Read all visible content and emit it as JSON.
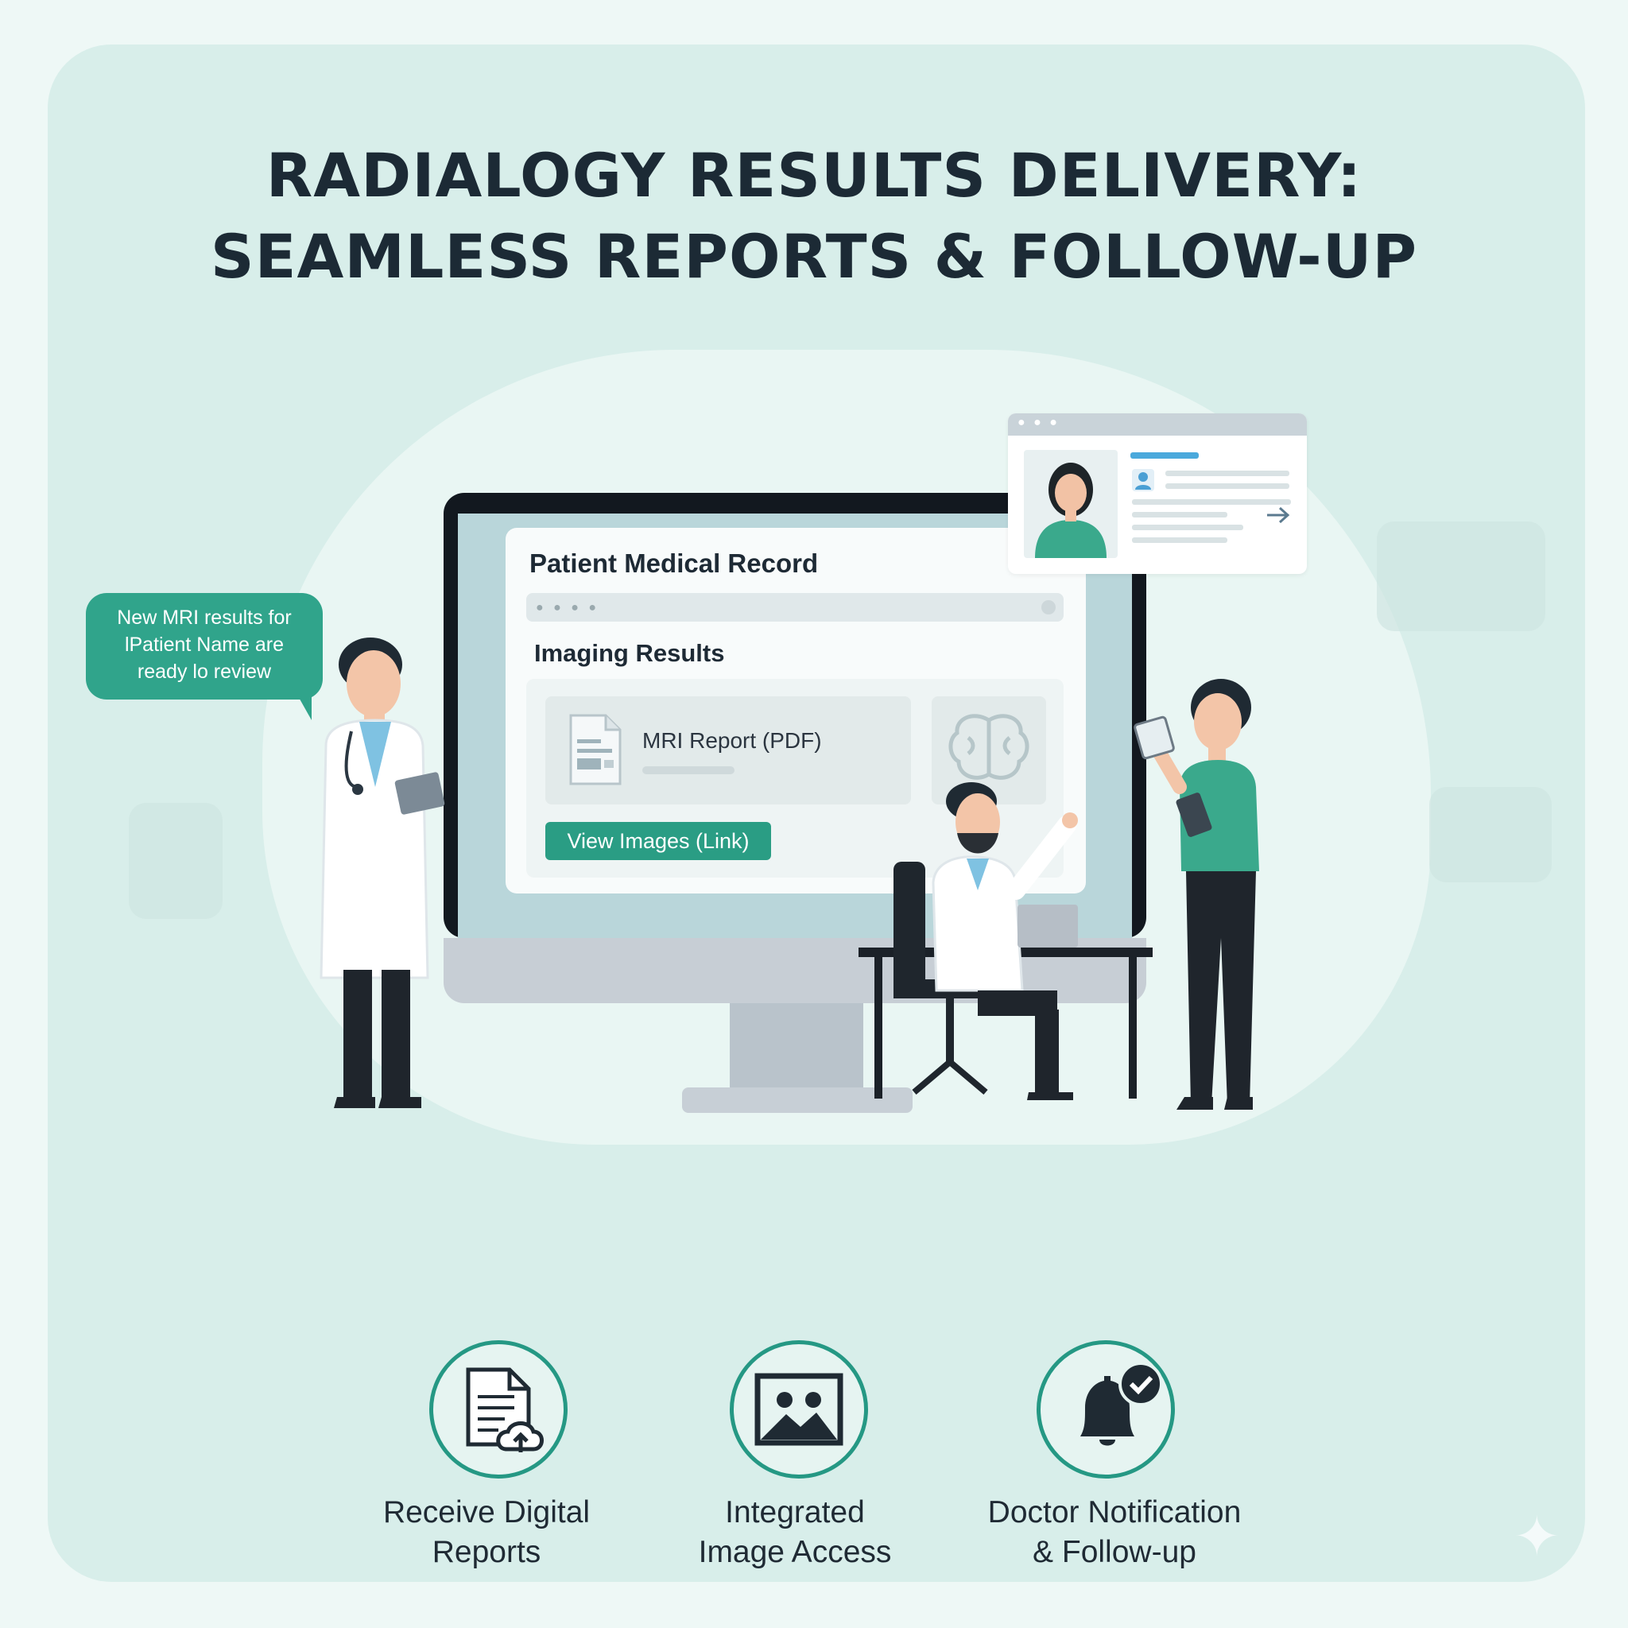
{
  "title": {
    "line1": "RADIALOGY RESULTS DELIVERY:",
    "line2": "SEAMLESS REPORTS & FOLLOW-UP"
  },
  "bubble": {
    "line1": "New MRI results for",
    "line2": "lPatient Name are",
    "line3": "ready lo review"
  },
  "record": {
    "title": "Patient Medical Record",
    "section": "Imaging Results",
    "report_label": "MRI Report (PDF)",
    "view_button": "View Images (Link)"
  },
  "features": [
    {
      "line1": "Receive Digital",
      "line2": "Reports",
      "icon": "document-upload-icon"
    },
    {
      "line1": "Integrated",
      "line2": "Image Access",
      "icon": "image-icon"
    },
    {
      "line1": "Doctor Notification",
      "line2": "& Follow-up",
      "icon": "bell-check-icon"
    }
  ],
  "colors": {
    "accent": "#2a9d84",
    "background": "#d8eeea",
    "title": "#1c2a35"
  }
}
